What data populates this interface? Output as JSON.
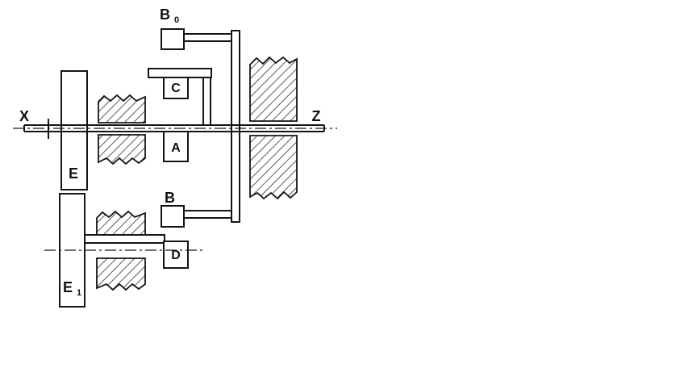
{
  "diagram": {
    "labels": {
      "input_shaft": "X",
      "output_shaft": "Z",
      "brake_b0": {
        "main": "B",
        "sub": "0"
      },
      "clutch_c": "C",
      "gear_a": "A",
      "clutch_e": "E",
      "band_b": "B",
      "gear_d": "D",
      "clutch_e1": {
        "main": "E",
        "sub": "1"
      }
    },
    "colors": {
      "line": "#141414",
      "background": "#ffffff"
    }
  }
}
